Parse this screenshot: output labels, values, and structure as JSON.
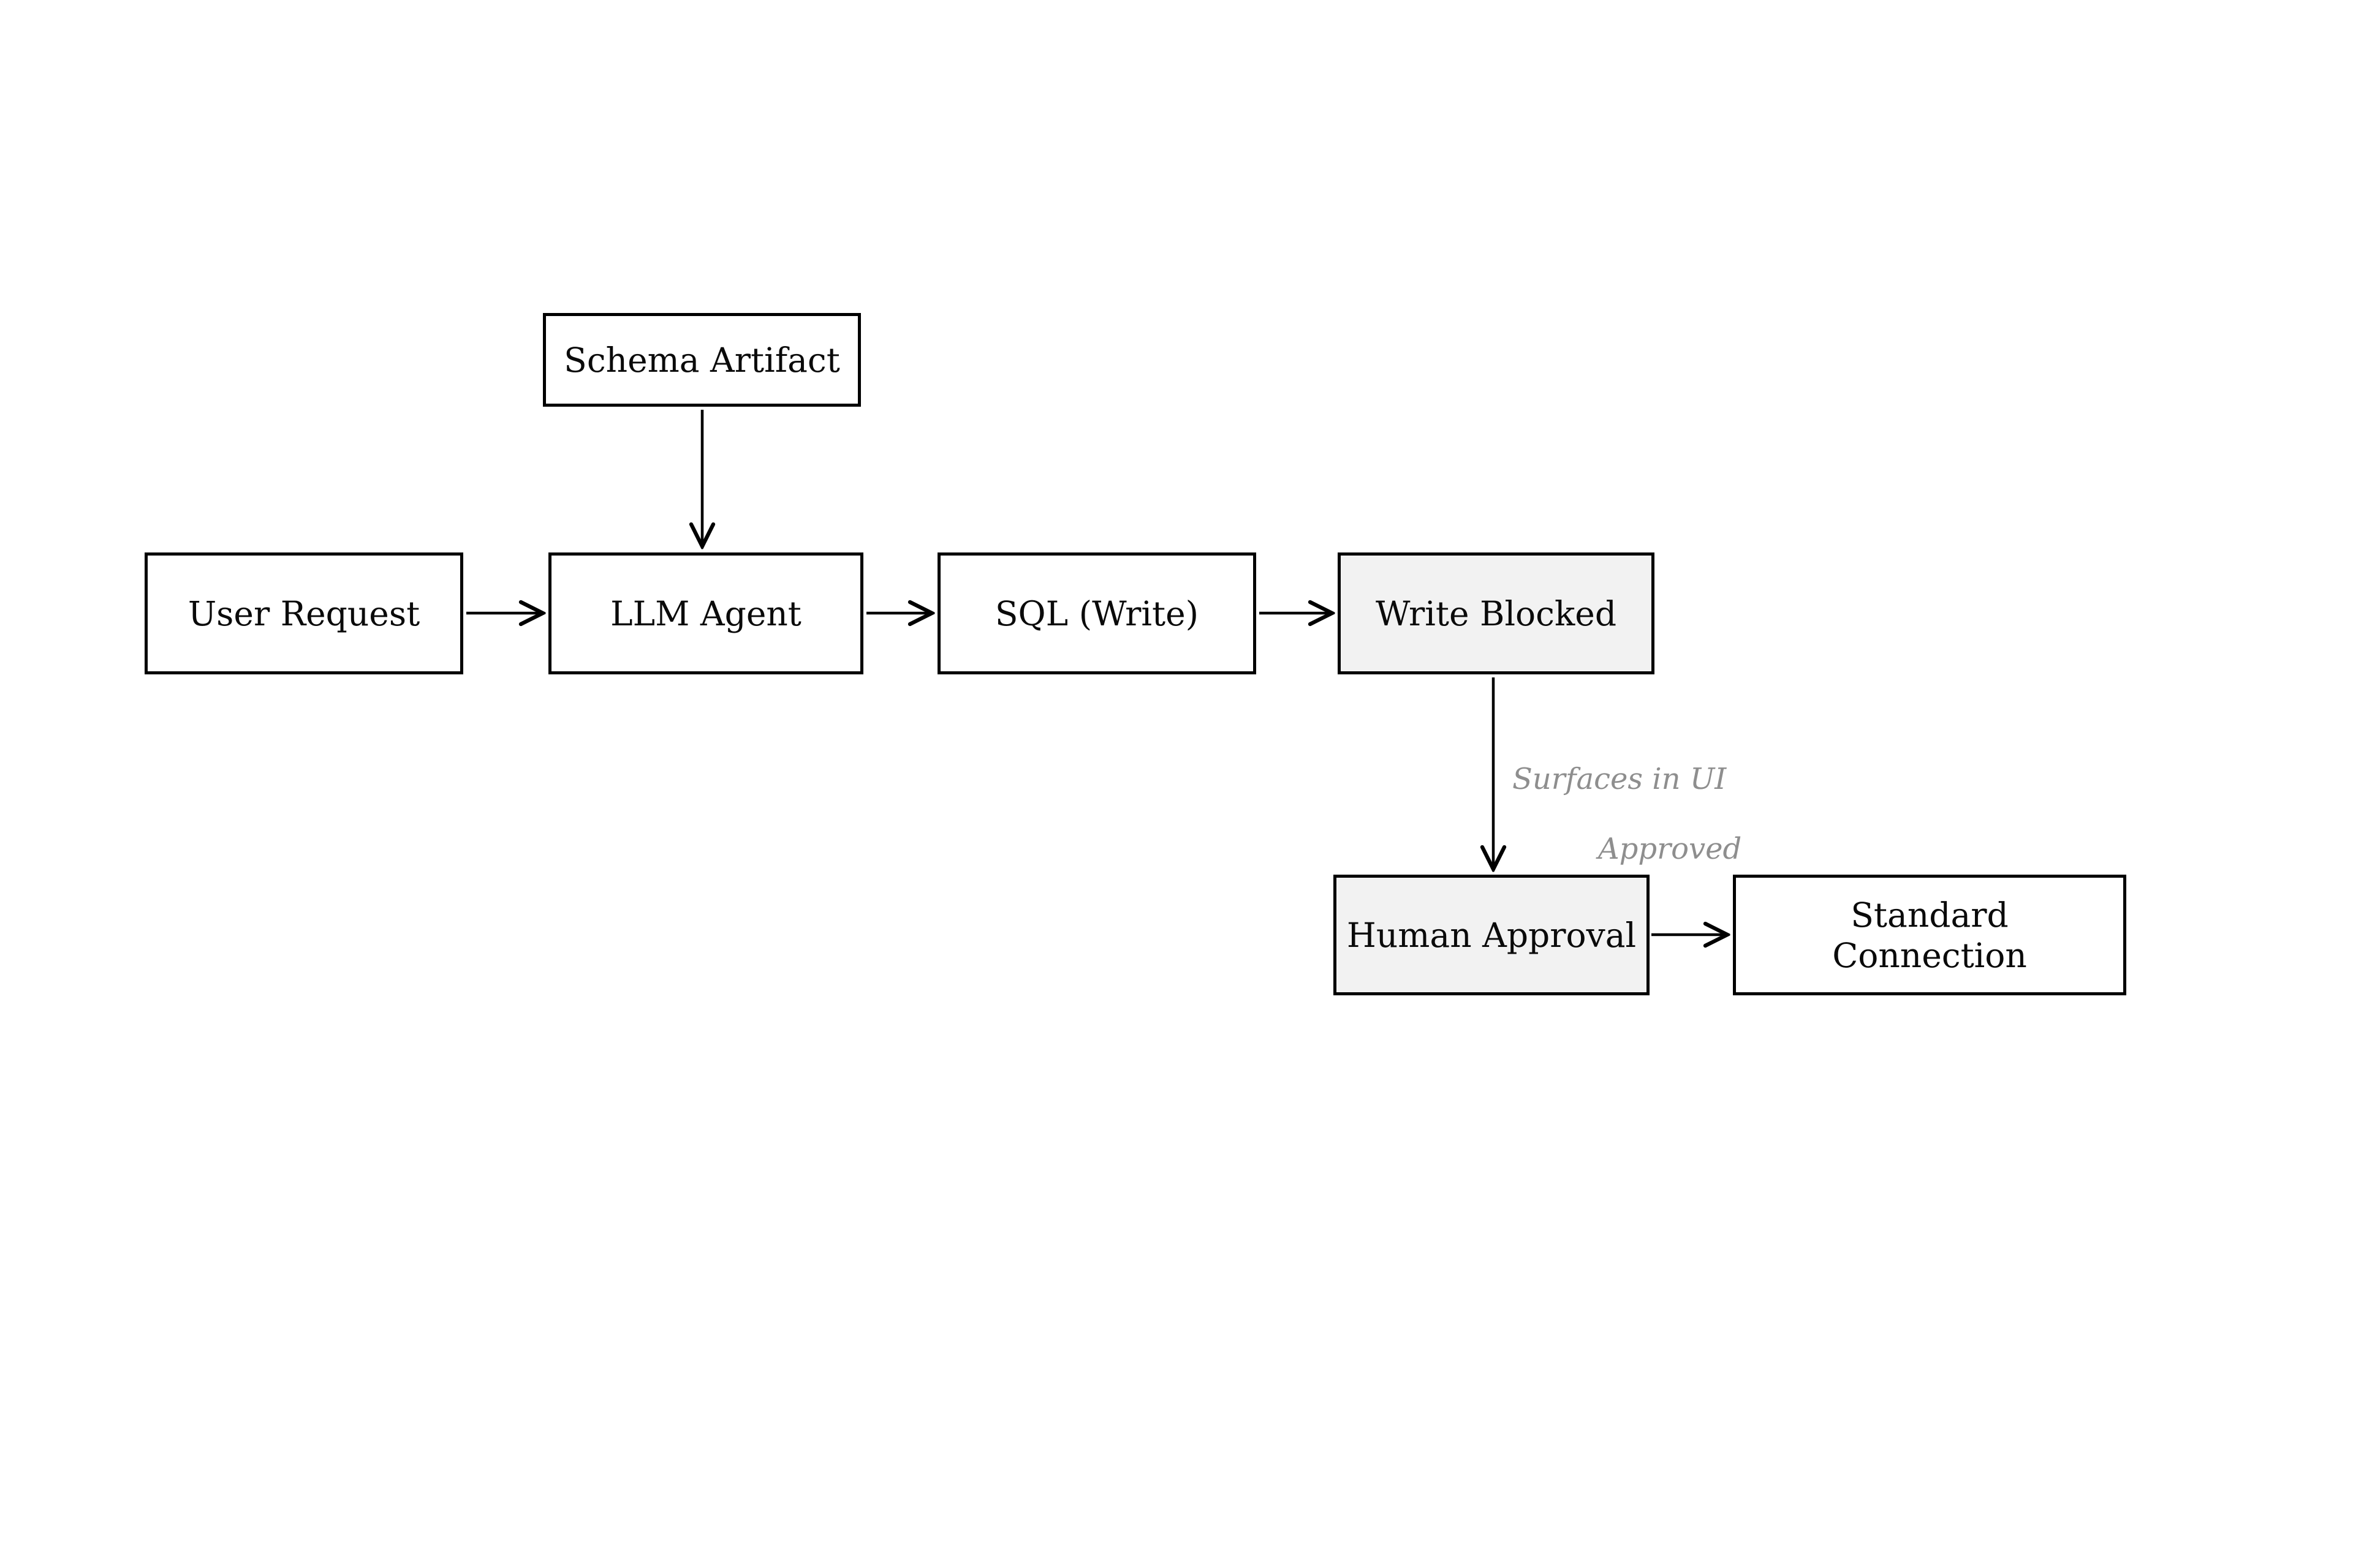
{
  "diagram": {
    "type": "flowchart",
    "background_color": "#ffffff",
    "nodes": [
      {
        "id": "schema_artifact",
        "label": "Schema Artifact",
        "fill": "#ffffff"
      },
      {
        "id": "user_request",
        "label": "User Request",
        "fill": "#ffffff"
      },
      {
        "id": "llm_agent",
        "label": "LLM Agent",
        "fill": "#ffffff"
      },
      {
        "id": "sql_write",
        "label": "SQL (Write)",
        "fill": "#ffffff"
      },
      {
        "id": "write_blocked",
        "label": "Write Blocked",
        "fill": "#f2f2f2"
      },
      {
        "id": "human_approval",
        "label": "Human Approval",
        "fill": "#f2f2f2"
      },
      {
        "id": "standard_connection",
        "label": "Standard Connection",
        "fill": "#ffffff"
      }
    ],
    "edges": [
      {
        "from": "schema_artifact",
        "to": "llm_agent",
        "label": ""
      },
      {
        "from": "user_request",
        "to": "llm_agent",
        "label": ""
      },
      {
        "from": "llm_agent",
        "to": "sql_write",
        "label": ""
      },
      {
        "from": "sql_write",
        "to": "write_blocked",
        "label": ""
      },
      {
        "from": "write_blocked",
        "to": "human_approval",
        "label": "Surfaces in UI"
      },
      {
        "from": "human_approval",
        "to": "standard_connection",
        "label": "Approved"
      }
    ],
    "colors": {
      "node_border": "#000000",
      "node_fill_default": "#ffffff",
      "node_fill_highlighted": "#f2f2f2",
      "node_text": "#0a0a0a",
      "arrow": "#000000",
      "edge_label_text": "#8e8e8e"
    }
  }
}
